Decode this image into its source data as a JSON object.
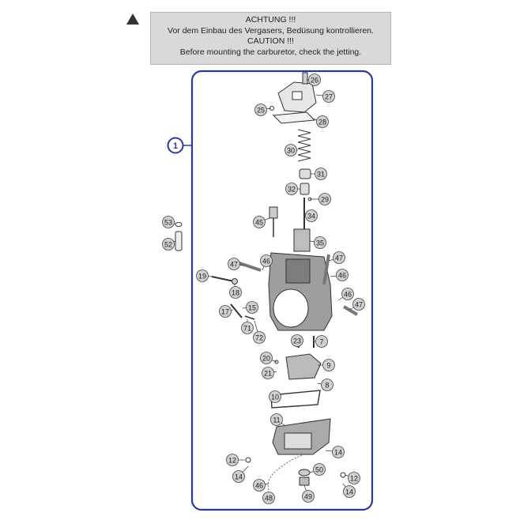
{
  "caution": {
    "line1": "ACHTUNG !!!",
    "line2": "Vor dem Einbau des Vergasers, Bedüsung kontrollieren.",
    "line3": "CAUTION !!!",
    "line4": "Before mounting the carburetor, check the jetting."
  },
  "group_label": "1",
  "callouts": [
    {
      "id": "26",
      "label": "26"
    },
    {
      "id": "27",
      "label": "27"
    },
    {
      "id": "25",
      "label": "25"
    },
    {
      "id": "28",
      "label": "28"
    },
    {
      "id": "30",
      "label": "30"
    },
    {
      "id": "31",
      "label": "31"
    },
    {
      "id": "32",
      "label": "32"
    },
    {
      "id": "29",
      "label": "29"
    },
    {
      "id": "34",
      "label": "34"
    },
    {
      "id": "45",
      "label": "45"
    },
    {
      "id": "35",
      "label": "35"
    },
    {
      "id": "53",
      "label": "53"
    },
    {
      "id": "52",
      "label": "52"
    },
    {
      "id": "47a",
      "label": "47"
    },
    {
      "id": "46a",
      "label": "46"
    },
    {
      "id": "47b",
      "label": "47"
    },
    {
      "id": "46b",
      "label": "46"
    },
    {
      "id": "19",
      "label": "19"
    },
    {
      "id": "18",
      "label": "18"
    },
    {
      "id": "46c",
      "label": "46"
    },
    {
      "id": "47c",
      "label": "47"
    },
    {
      "id": "15",
      "label": "15"
    },
    {
      "id": "17",
      "label": "17"
    },
    {
      "id": "71",
      "label": "71"
    },
    {
      "id": "72",
      "label": "72"
    },
    {
      "id": "23",
      "label": "23"
    },
    {
      "id": "7",
      "label": "7"
    },
    {
      "id": "20",
      "label": "20"
    },
    {
      "id": "21",
      "label": "21"
    },
    {
      "id": "9",
      "label": "9"
    },
    {
      "id": "8",
      "label": "8"
    },
    {
      "id": "10",
      "label": "10"
    },
    {
      "id": "11",
      "label": "11"
    },
    {
      "id": "14a",
      "label": "14"
    },
    {
      "id": "12a",
      "label": "12"
    },
    {
      "id": "14b",
      "label": "14"
    },
    {
      "id": "50",
      "label": "50"
    },
    {
      "id": "12b",
      "label": "12"
    },
    {
      "id": "46d",
      "label": "46"
    },
    {
      "id": "14c",
      "label": "14"
    },
    {
      "id": "49",
      "label": "49"
    },
    {
      "id": "48",
      "label": "48"
    }
  ],
  "colors": {
    "frame": "#2a3a9a",
    "callout": "#d0d0d0",
    "line": "#333333"
  }
}
